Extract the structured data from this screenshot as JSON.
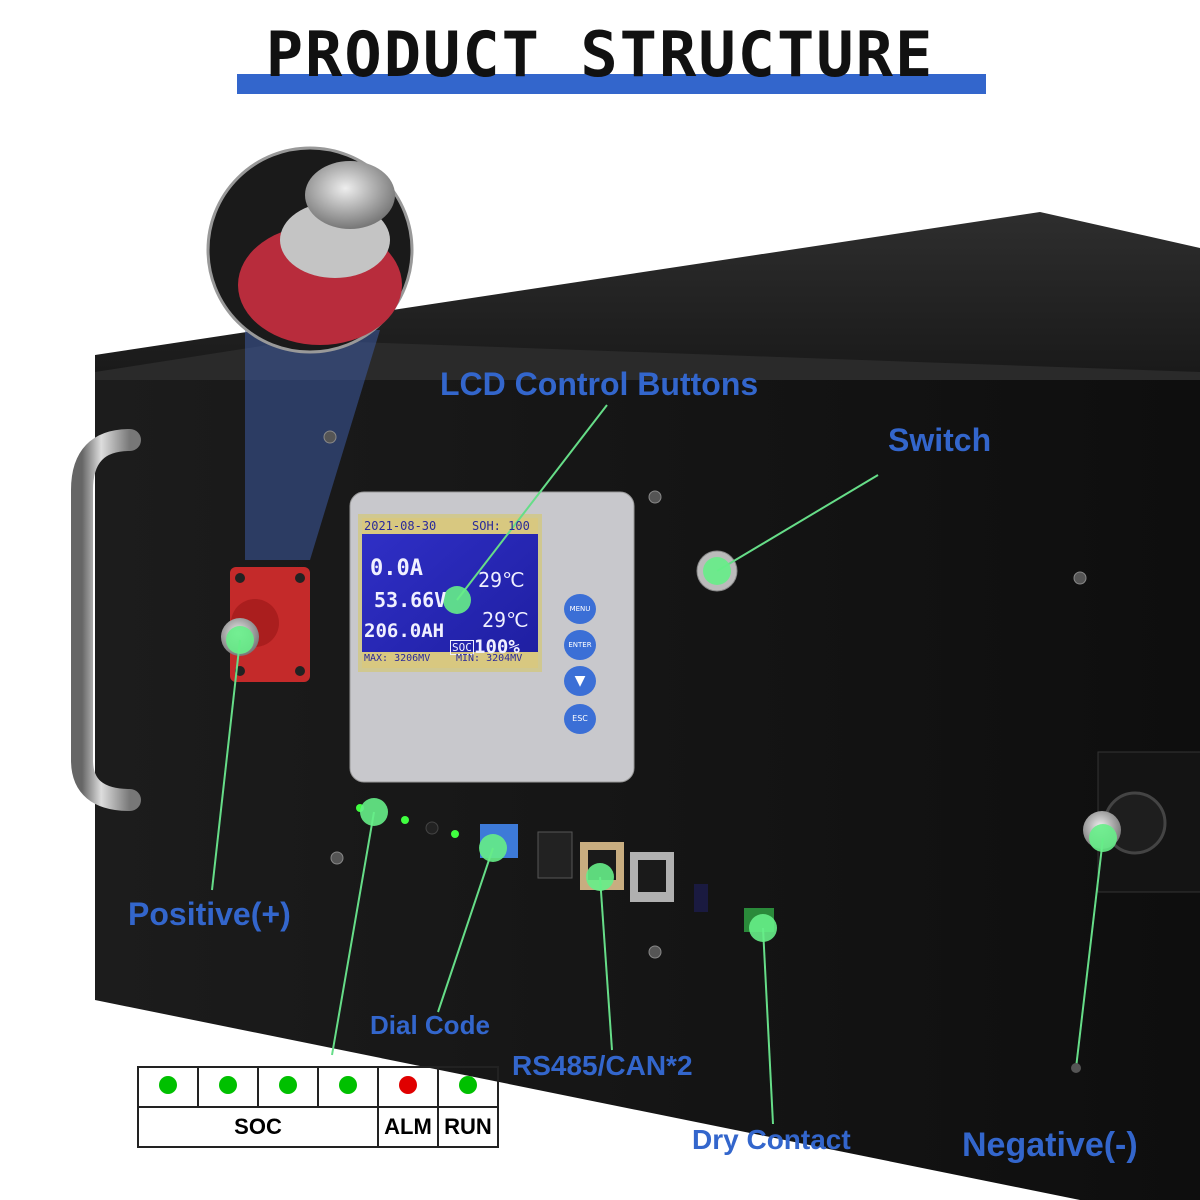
{
  "title": "PRODUCT STRUCTURE",
  "labels": {
    "lcd_buttons": "LCD Control Buttons",
    "switch": "Switch",
    "positive": "Positive(+)",
    "dial_code": "Dial Code",
    "rs485": "RS485/CAN*2",
    "dry_contact": "Dry Contact",
    "negative": "Negative(-)"
  },
  "lcd": {
    "date": "2021-08-30",
    "soh": "SOH: 100",
    "current": "0.0A",
    "voltage": "53.66V",
    "capacity": "206.0AH",
    "temp1": "29℃",
    "temp2": "29℃",
    "soc_tag": "SOC",
    "soc_value": "100%",
    "max": "MAX: 3206MV",
    "min": "MIN: 3204MV"
  },
  "buttons": {
    "menu": "MENU",
    "enter": "ENTER",
    "down": "▼",
    "esc": "ESC"
  },
  "led_legend": {
    "dots": [
      "#00c000",
      "#00c000",
      "#00c000",
      "#00c000",
      "#e00000",
      "#00c000"
    ],
    "soc": "SOC",
    "alm": "ALM",
    "run": "RUN"
  },
  "colors": {
    "accent": "#3366cc",
    "pointer": "#66dd88",
    "dot_green": "#00c000",
    "dot_red": "#e00000"
  }
}
